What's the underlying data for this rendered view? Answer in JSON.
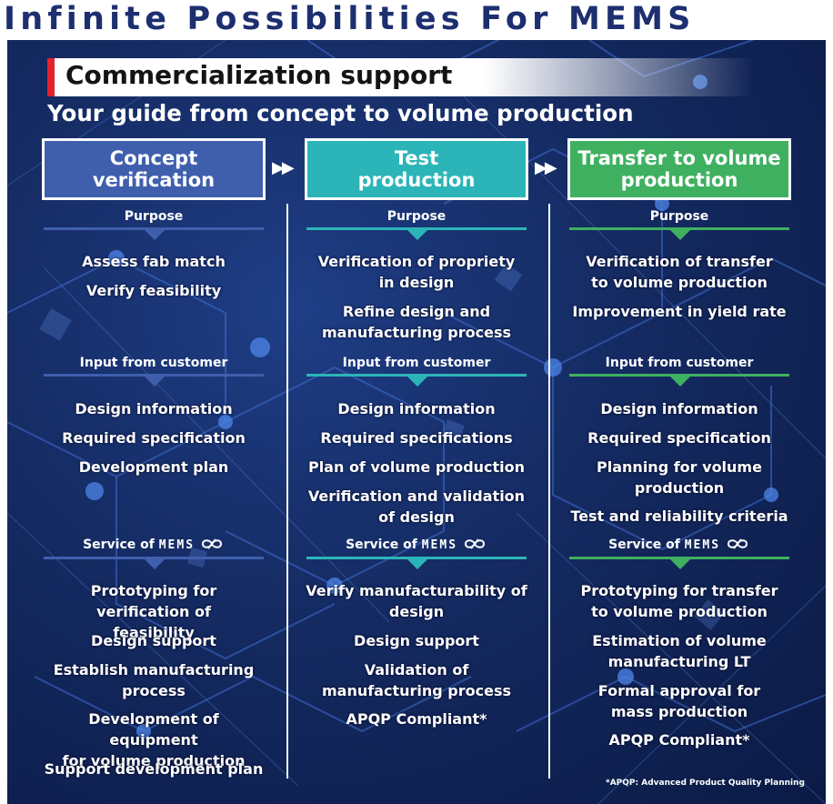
{
  "title": "Infinite Possibilities For MEMS",
  "section_title": "Commercialization support",
  "subtitle": "Your guide from concept to volume production",
  "service_brand": "MEMS",
  "loop_icon": "infinity-loop-icon",
  "arrow_icon": "double-chevron-right-icon",
  "footnote": "*APQP: Advanced Product Quality Planning",
  "colors": {
    "concept": "#3f5fad",
    "test": "#2cb5b8",
    "transfer": "#3fb060",
    "accent_red": "#e3232c"
  },
  "columns": [
    {
      "title": "Concept\nverification",
      "purpose_label": "Purpose",
      "purpose": [
        "Assess fab match",
        "Verify feasibility"
      ],
      "input_label": "Input from customer",
      "input": [
        "Design information",
        "Required specification",
        "Development plan"
      ],
      "service_label": "Service of",
      "service": [
        "Prototyping for verification of\nfeasibility",
        "Design support",
        "Establish manufacturing\nprocess",
        "Development of equipment\nfor volume production",
        "Support development plan"
      ]
    },
    {
      "title": "Test\nproduction",
      "purpose_label": "Purpose",
      "purpose": [
        "Verification of propriety\nin design",
        "Refine design and\nmanufacturing process"
      ],
      "input_label": "Input from customer",
      "input": [
        "Design information",
        "Required specifications",
        "Plan of volume production",
        "Verification and validation\nof design"
      ],
      "service_label": "Service of",
      "service": [
        "Verify manufacturability of\ndesign",
        "Design support",
        "Validation of\nmanufacturing process",
        "APQP Compliant*"
      ]
    },
    {
      "title": "Transfer to volume\nproduction",
      "purpose_label": "Purpose",
      "purpose": [
        "Verification of transfer\nto volume production",
        "Improvement in yield rate"
      ],
      "input_label": "Input from customer",
      "input": [
        "Design information",
        "Required specification",
        "Planning for volume\nproduction",
        "Test and reliability criteria"
      ],
      "service_label": "Service of",
      "service": [
        "Prototyping for transfer\nto volume production",
        "Estimation of volume\nmanufacturing LT",
        "Formal approval for\nmass production",
        "APQP Compliant*"
      ]
    }
  ]
}
